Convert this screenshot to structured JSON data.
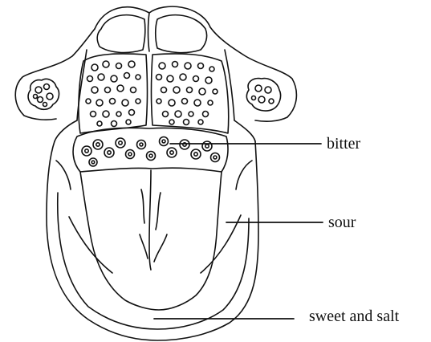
{
  "diagram": {
    "labels": {
      "bitter": "bitter",
      "sour": "sour",
      "sweet_salt": "sweet and salt"
    },
    "colors": {
      "ink": "#111111",
      "background": "#ffffff"
    }
  }
}
